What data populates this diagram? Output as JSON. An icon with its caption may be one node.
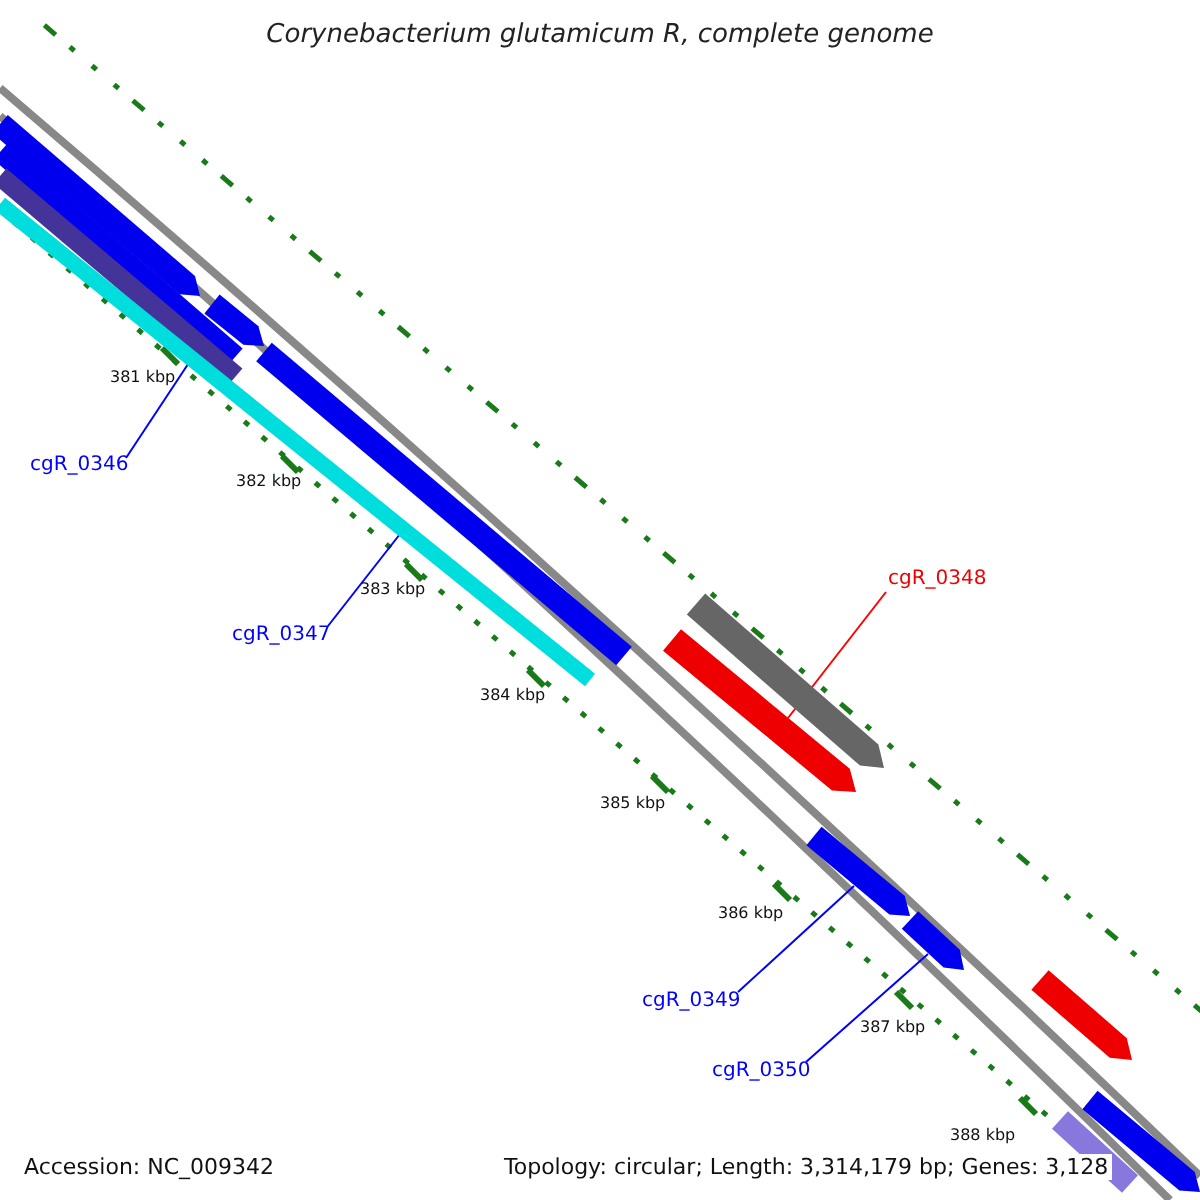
{
  "diagram": {
    "title": "Corynebacterium glutamicum R, complete genome",
    "nodes": [
      {
        "text": [
          "cgR_0346"
        ]
      },
      {
        "text": [],
        "shape": "bar"
      },
      {
        "text": [
          "cgR_0347"
        ]
      },
      {
        "text": [],
        "shape": "bar"
      },
      {
        "text": [
          "cgR_0348"
        ]
      },
      {
        "text": [],
        "shape": "arrow"
      },
      {
        "text": [
          "cgR_0349"
        ]
      },
      {
        "text": [],
        "shape": "arrow"
      },
      {
        "text": [
          "cgR_0350"
        ]
      },
      {
        "text": [],
        "shape": "arrow"
      },
      {
        "text": [],
        "shape": "arrow"
      },
      {
        "text": [],
        "shape": "arrow"
      },
      {
        "text": [],
        "shape": "bar"
      },
      {
        "text": [],
        "shape": "bar"
      },
      {
        "text": [],
        "shape": "arrow"
      },
      {
        "text": [],
        "shape": "arrow"
      },
      {
        "text": [],
        "shape": "bar"
      },
      {
        "text": [],
        "shape": "arrow"
      }
    ],
    "edges": [
      {
        "from": 0,
        "to": 1,
        "arrow": "none"
      },
      {
        "from": 2,
        "to": 3,
        "arrow": "none"
      },
      {
        "from": 4,
        "to": 5,
        "arrow": "none",
        "color": "#ff0000"
      },
      {
        "from": 6,
        "to": 7,
        "arrow": "none"
      },
      {
        "from": 8,
        "to": 9,
        "arrow": "none"
      }
    ],
    "labels": [
      "381 kbp",
      "382 kbp",
      "383 kbp",
      "384 kbp",
      "385 kbp",
      "386 kbp",
      "387 kbp",
      "388 kbp",
      "Accession: NC_009342",
      "Topology: circular; Length: 3,314,179 bp; Genes: 3,128"
    ]
  }
}
